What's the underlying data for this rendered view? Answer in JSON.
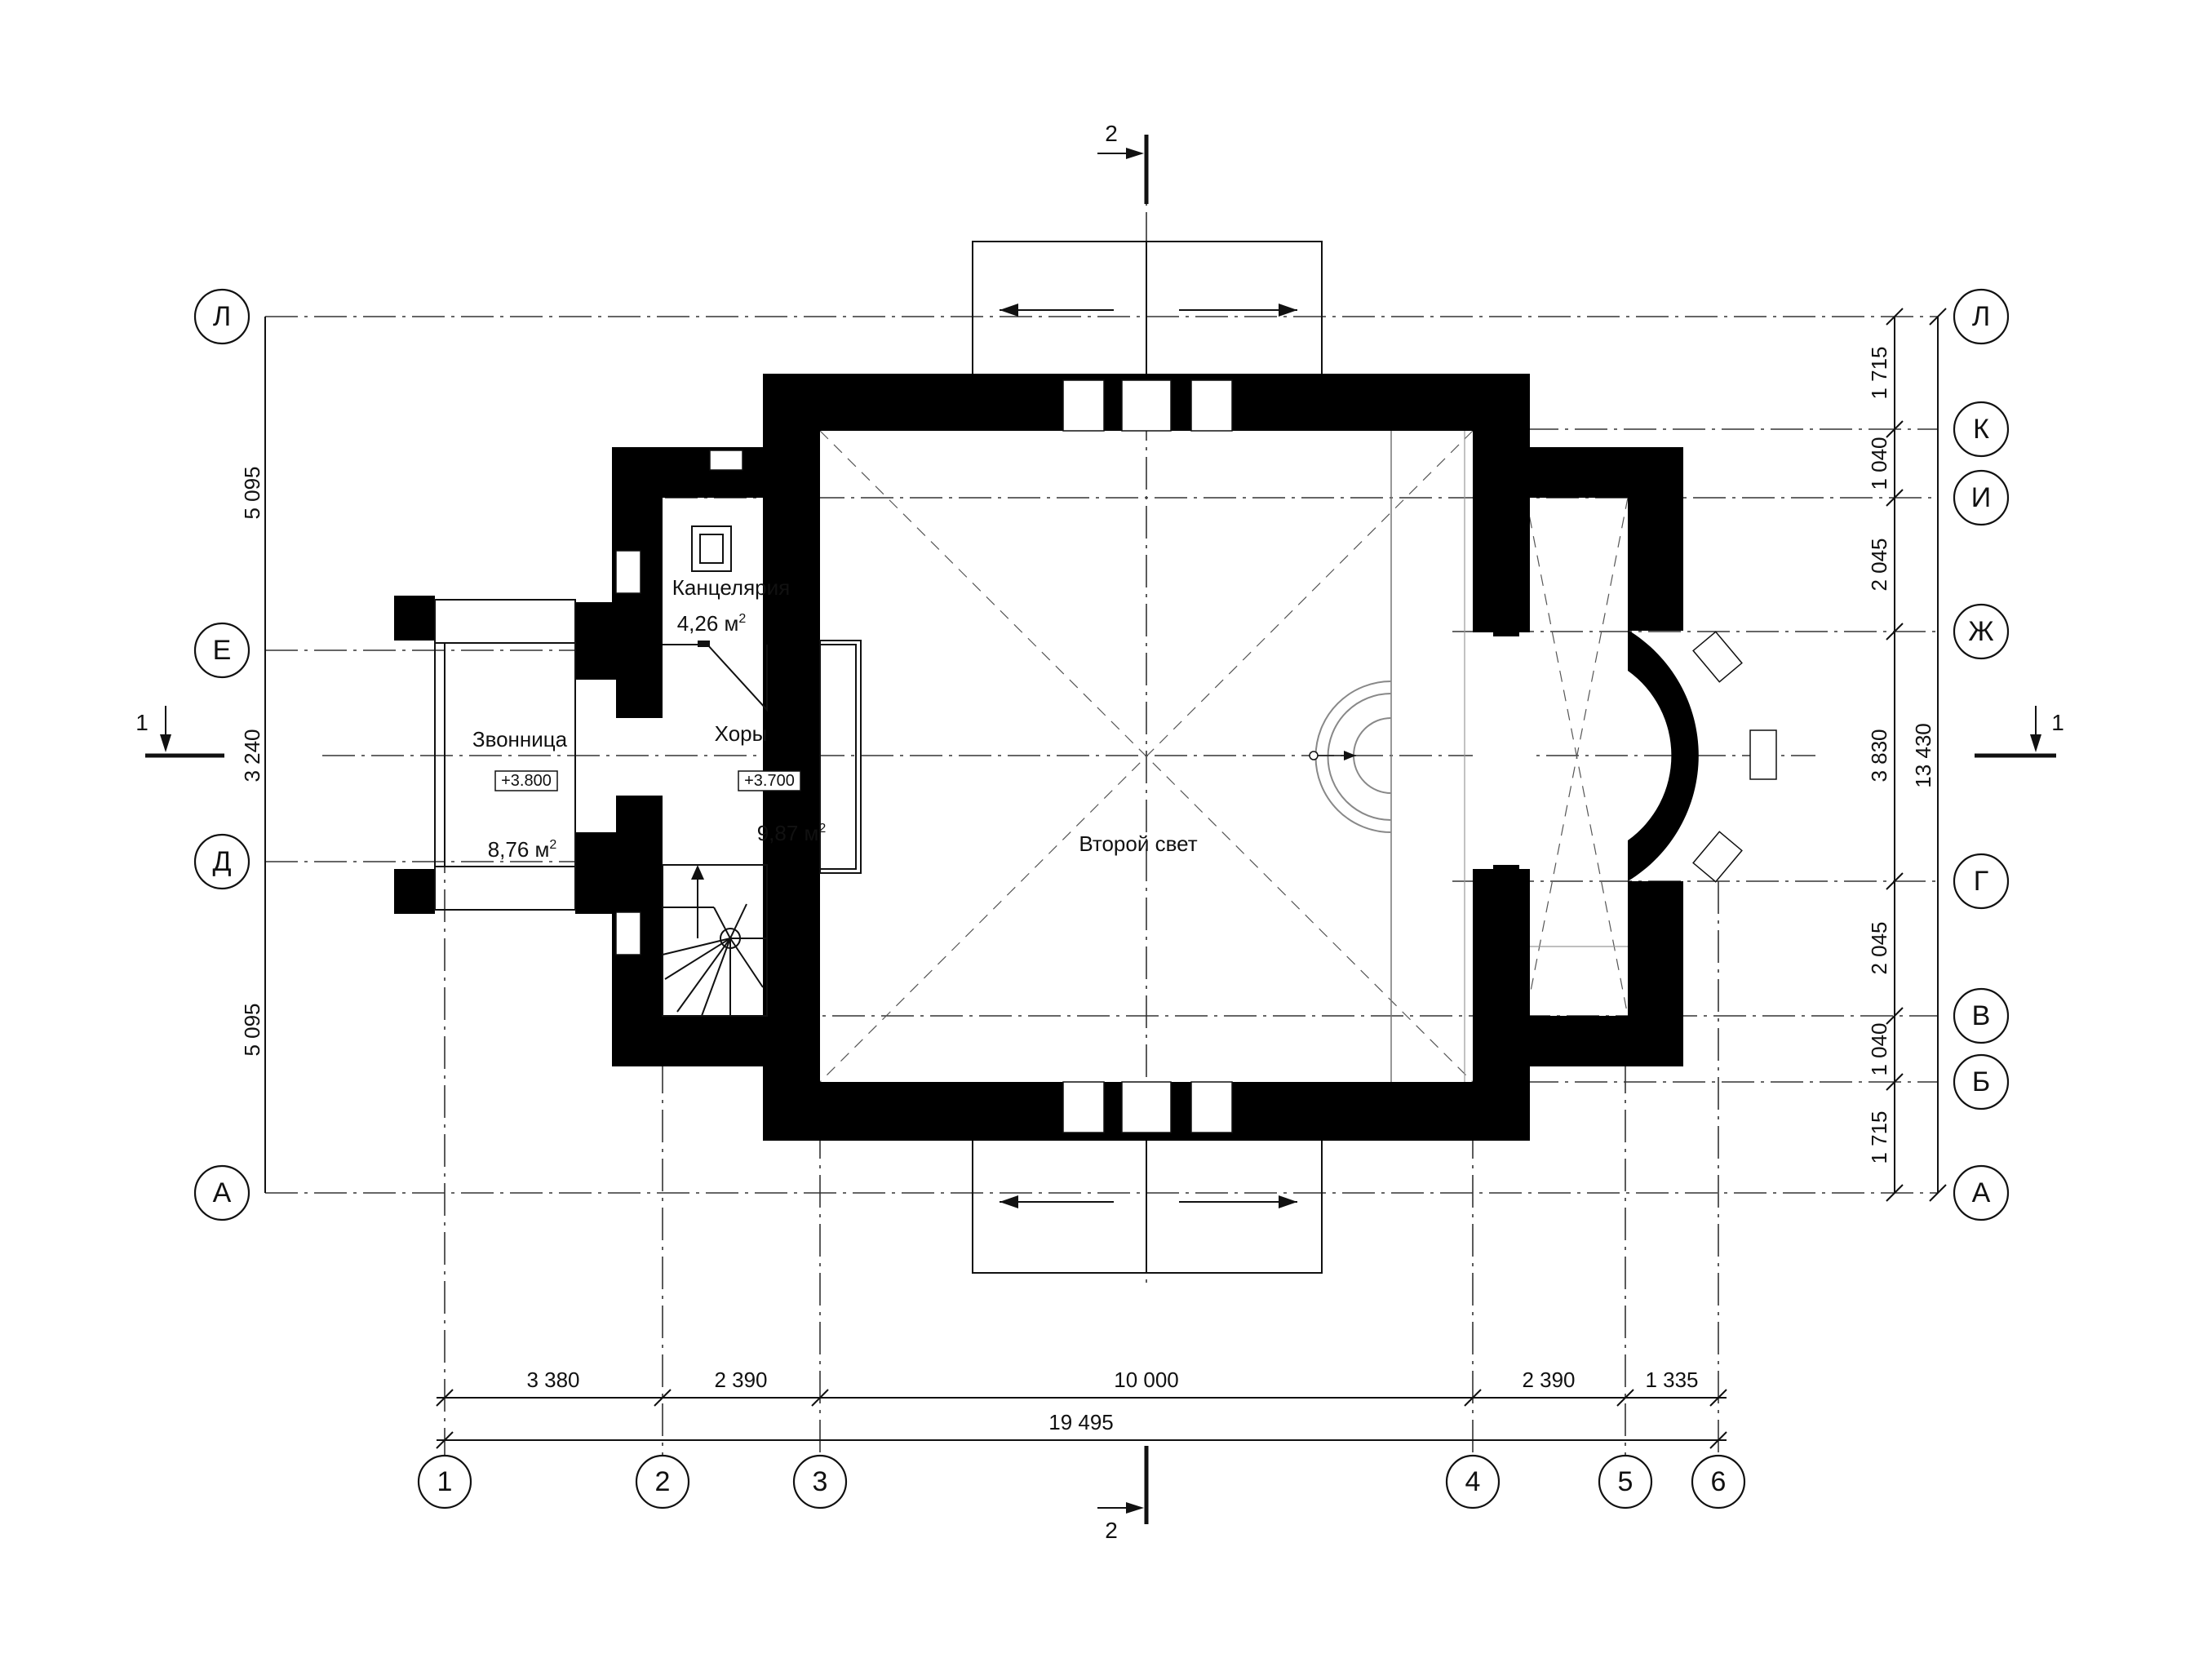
{
  "rows": [
    "Л",
    "К",
    "И",
    "Ж",
    "Е",
    "Г",
    "Д",
    "В",
    "Б",
    "А"
  ],
  "cols": [
    "1",
    "2",
    "3",
    "4",
    "5",
    "6"
  ],
  "dims_bottom": {
    "segments": [
      "3 380",
      "2 390",
      "10 000",
      "2 390",
      "1 335"
    ],
    "total": "19 495"
  },
  "dims_left": [
    "5 095",
    "3 240",
    "5 095"
  ],
  "dims_right": {
    "segments": [
      "1 715",
      "1 040",
      "2 045",
      "3 830",
      "2 045",
      "1 040",
      "1 715"
    ],
    "total": "13 430"
  },
  "section_marks": {
    "horizontal": "1",
    "vertical": "2"
  },
  "rooms": {
    "office": {
      "name": "Канцелярия",
      "area": "4,26 м",
      "sup": "2"
    },
    "belfry": {
      "name": "Звонница",
      "elevation": "+3.800",
      "area": "8,76 м",
      "sup": "2"
    },
    "choir": {
      "name": "Хоры",
      "elevation": "+3.700",
      "area": "9,87 м",
      "sup": "2"
    },
    "main": {
      "name": "Второй свет"
    }
  }
}
